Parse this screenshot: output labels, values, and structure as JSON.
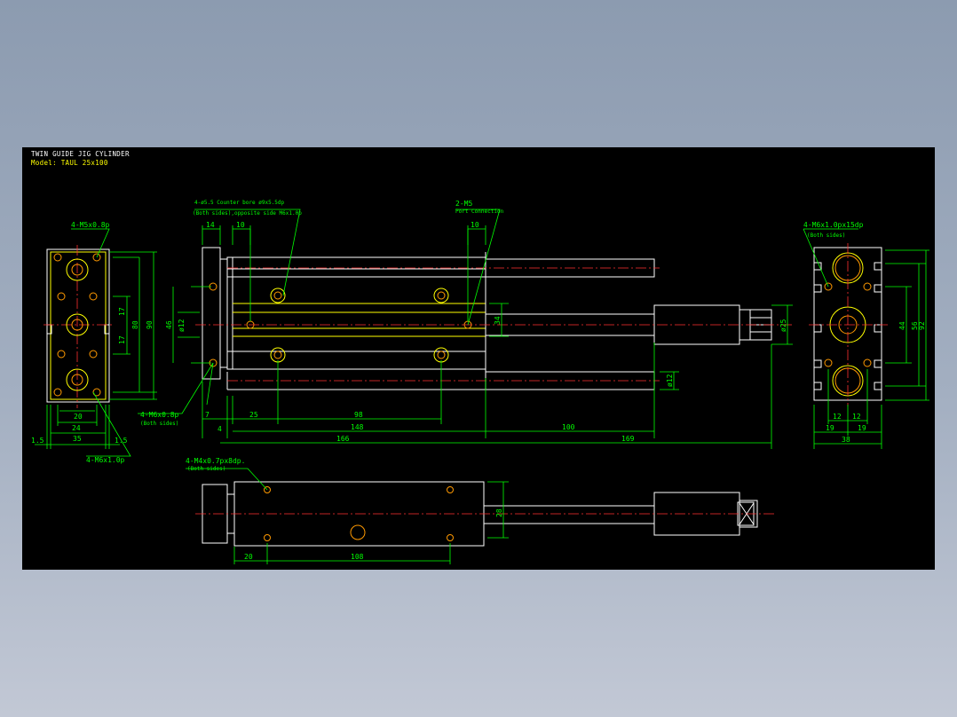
{
  "title_block": {
    "line1": "TWIN GUIDE JIG CYLINDER",
    "line2": "Model: TAUL 25x100"
  },
  "colors": {
    "background": "#000000",
    "outline": "#ffffff",
    "part": "#ffff00",
    "dimension": "#00ff00",
    "centerline": "#ff0000",
    "hole": "#ff8800",
    "viewport_frame": "#8c9bb0"
  },
  "callouts": {
    "m5x08": "4-M5x0.8p",
    "m6x1p_left": "4-M6x1.0p",
    "m6x08": "4-M6x0.8p",
    "m6x08_note": "(Both sides)",
    "counterbore": "4-ø5.5 Counter bore ø9x5.5dp",
    "counterbore_note": "(Both sides),opposite side M6x1.0p",
    "m5_port": "2-M5",
    "m5_port_note": "Port Connection",
    "m6x15dp": "4-M6x1.0px15dp",
    "m6x15dp_note": "(Both sides)",
    "m4x8dp": "4-M4x0.7px8dp.",
    "m4x8dp_note": "(Both sides)"
  },
  "dims": {
    "left_view": {
      "d20": "20",
      "d24": "24",
      "d35": "35",
      "d1_5a": "1.5",
      "d1_5b": "1.5",
      "d17a": "17",
      "d17b": "17",
      "d80": "80",
      "d90": "90"
    },
    "main_view": {
      "d14": "14",
      "d10a": "10",
      "d10b": "10",
      "d46": "46",
      "d12a": "ø12",
      "d34": "34",
      "d25": "ø25",
      "d12b": "ø12",
      "d7": "7",
      "d25b": "25",
      "d98": "98",
      "d4": "4",
      "d148": "148",
      "d100": "100",
      "d166": "166",
      "d169": "169"
    },
    "right_view": {
      "d44": "44",
      "d56": "56",
      "d92": "92",
      "d12a": "12",
      "d12b": "12",
      "d19a": "19",
      "d19b": "19",
      "d38": "38"
    },
    "bottom_view": {
      "d28": "28",
      "d20": "20",
      "d108": "108"
    }
  }
}
